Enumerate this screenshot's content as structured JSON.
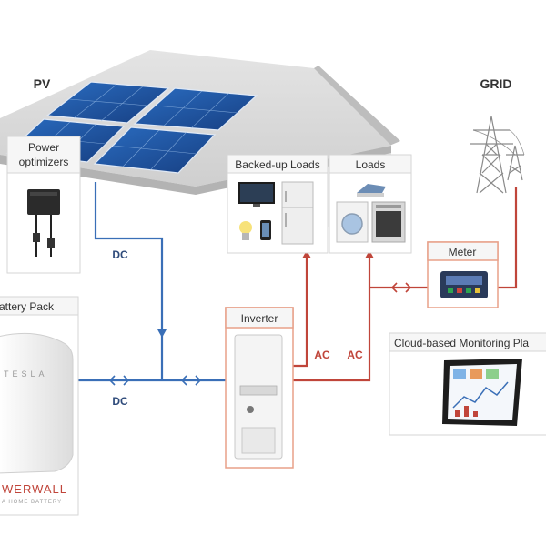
{
  "labels": {
    "pv": "PV",
    "grid": "GRID",
    "power_optimizers_line1": "Power",
    "power_optimizers_line2": "optimizers",
    "backed_up_loads": "Backed-up Loads",
    "loads": "Loads",
    "meter": "Meter",
    "battery_pack": "attery Pack",
    "inverter": "Inverter",
    "cloud_monitoring": "Cloud-based Monitoring Pla",
    "dc_upper": "DC",
    "dc_lower": "DC",
    "ac_left": "AC",
    "ac_right": "AC",
    "powerwall_brand": "WERWALL",
    "powerwall_sub": "A HOME BATTERY",
    "battery_logo": "TESLA"
  },
  "colors": {
    "dc_line": "#3a6fb7",
    "ac_line": "#c0453a",
    "label_blue": "#2e4a7a",
    "panel_blue": "#1f5aa8",
    "roof_gray": "#d9d9d9",
    "highlight_box": "#e8a089"
  }
}
